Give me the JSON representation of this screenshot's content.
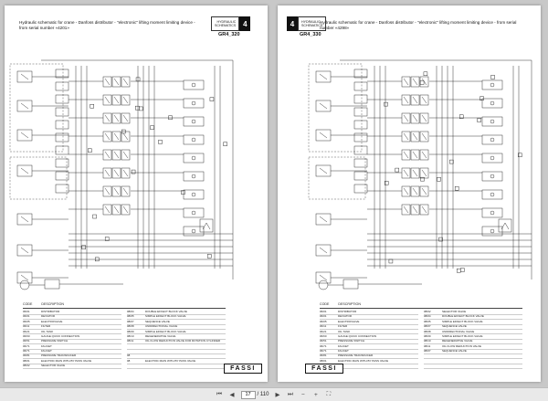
{
  "pages": [
    {
      "side": "left",
      "title": "Hydraulic schematic for crane - Danfoss distributor - \"electronic\" lifting moment limiting device - from serial number «4201»",
      "header": {
        "line1": "HYDRAULIC",
        "line2": "SCHEMATICS",
        "num": "4",
        "code": "GR4_320"
      },
      "legend": {
        "code_label": "CODE",
        "desc_label": "DESCRIPTION",
        "col1": [
          [
            "06/01",
            "DISTRIBUTOR"
          ],
          [
            "06/01",
            "DEVIATOR"
          ],
          [
            "06/05",
            "ELECTROVALVE"
          ],
          [
            "06/11",
            "FILTER"
          ],
          [
            "06/21",
            "OIL TANK"
          ],
          [
            "06/60",
            "GAUGE QUICK CONNECTION"
          ],
          [
            "06/51",
            "PRESSURE SWITCH"
          ],
          [
            "06/71",
            "FAUCET"
          ],
          [
            "06/71",
            "FAUCET"
          ],
          [
            "06/81",
            "PRESSURE TRANSDUCER"
          ],
          [
            "08/01",
            "ELECTRIC MAIN WITH BY PASS VALVE"
          ],
          [
            "08/02",
            "SELECTOR VALVE"
          ]
        ],
        "col2": [
          [
            "08/04",
            "DOUBLE EFFECT BLOCK VALVE"
          ],
          [
            "08/05",
            "SIMPLE EFFECT BLOCK VALVE"
          ],
          [
            "08/07",
            "SEQUENCE VALVE"
          ],
          [
            "08/08",
            "UNIDIRECTIONAL VALVE"
          ],
          [
            "08/09",
            "SIMPLE EFFECT BLOCK VALVE"
          ],
          [
            "08/10",
            "REGENERATIVE VALVE"
          ],
          [
            "08/11",
            "OIL FLOW REDUCTION VALVE FOR ROTATION CYLINDER"
          ],
          [
            "",
            ""
          ],
          [
            "",
            ""
          ],
          [
            "08",
            ""
          ],
          [
            "08",
            "ELECTRIC MAIN WITH BY PASS VALVE"
          ],
          [
            "",
            ""
          ]
        ]
      },
      "brand": "FASSI"
    },
    {
      "side": "right",
      "title": "Hydraulic schematic for crane - Danfoss distributor - \"electronic\" lifting moment limiting device - from serial number «4298»",
      "header": {
        "line1": "HYDRAULIC",
        "line2": "SCHEMATICS",
        "num": "4",
        "code": "GR4_330"
      },
      "legend": {
        "code_label": "CODE",
        "desc_label": "DESCRIPTION",
        "col1": [
          [
            "06/01",
            "DISTRIBUTOR"
          ],
          [
            "06/01",
            "DEVIATOR"
          ],
          [
            "06/05",
            "ELECTROVALVE"
          ],
          [
            "06/11",
            "FILTER"
          ],
          [
            "06/21",
            "OIL TANK"
          ],
          [
            "06/60",
            "GAUGE QUICK CONNECTION"
          ],
          [
            "06/51",
            "PRESSURE SWITCH"
          ],
          [
            "06/71",
            "FAUCET"
          ],
          [
            "06/71",
            "FAUCET"
          ],
          [
            "06/81",
            "PRESSURE TRANSDUCER"
          ],
          [
            "08/01",
            "ELECTRIC MAIN WITH BY PASS VALVE"
          ],
          [
            "",
            ""
          ]
        ],
        "col2": [
          [
            "08/02",
            "SELECTOR VALVE"
          ],
          [
            "08/04",
            "DOUBLE EFFECT BLOCK VALVE"
          ],
          [
            "08/05",
            "SIMPLE EFFECT BLOCK VALVE"
          ],
          [
            "08/07",
            "SEQUENCE VALVE"
          ],
          [
            "08/08",
            "UNIDIRECTIONAL VALVE"
          ],
          [
            "08/09",
            "SIMPLE EFFECT BLOCK VALVE"
          ],
          [
            "08/10",
            "REGENERATIVE VALVE"
          ],
          [
            "08/11",
            "OIL FLOW REDUCTION VALVE"
          ],
          [
            "08/07",
            "SEQUENCE VALVE"
          ],
          [
            "",
            ""
          ],
          [
            "",
            ""
          ],
          [
            "",
            ""
          ]
        ]
      },
      "brand": "FASSI"
    }
  ],
  "toolbar": {
    "current_page": "17",
    "total_pages": "/ 110",
    "icons": [
      "first-page-icon",
      "prev-page-icon",
      "next-page-icon",
      "last-page-icon",
      "zoom-out-icon",
      "zoom-in-icon",
      "fit-icon"
    ]
  }
}
